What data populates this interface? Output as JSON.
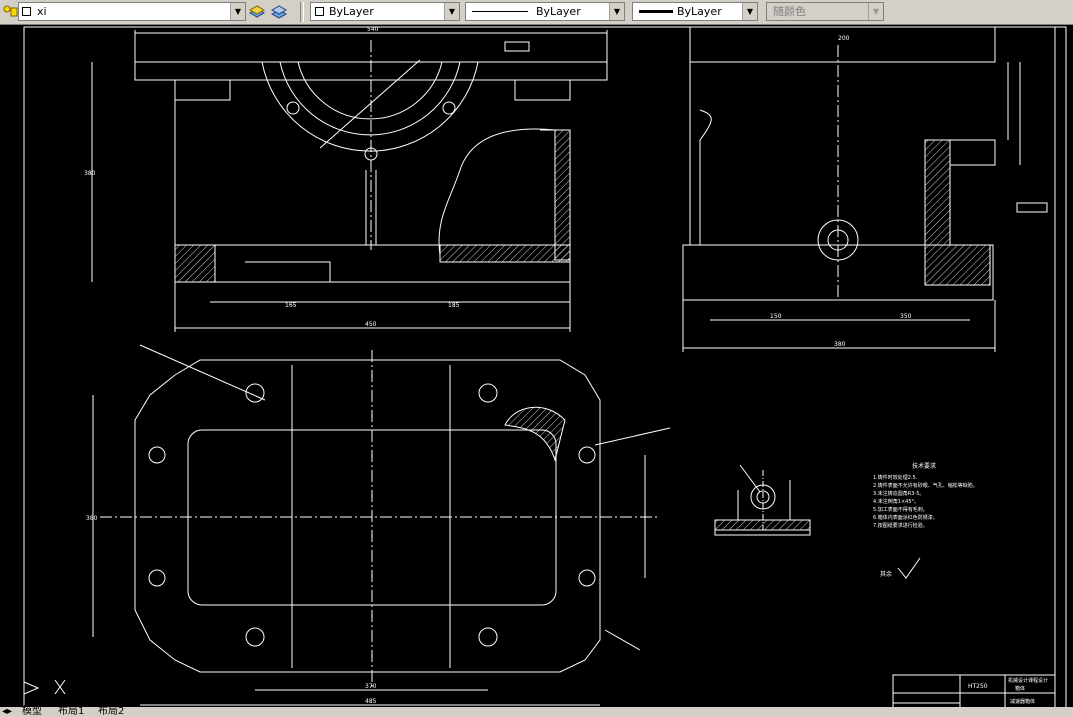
{
  "toolbar": {
    "layer_name": "xi",
    "color_control": "ByLayer",
    "linetype_control": "ByLayer",
    "lineweight_control": "ByLayer",
    "plotstyle_control": "随颜色"
  },
  "drawing": {
    "dims": {
      "top_width": "540",
      "height_380": "380",
      "bottom_width": "450",
      "left_165": "165",
      "right_185": "185",
      "side_200": "200",
      "side_150": "150",
      "side_350": "350",
      "side_total": "380",
      "bottom_total": "485",
      "plan_width": "370",
      "plan_height": "380"
    },
    "notes_title": "技术要求",
    "notes": [
      "1.铸件时效处理2.5.",
      "2.铸件表面不允许有砂眼、气孔、缩松等缺陷。",
      "3.未注铸造圆角R3-5。",
      "4.未注倒角1×45°。",
      "5.加工表面不得有毛刺。",
      "6.箱体内表面涂红色防锈漆。",
      "7.按图纸要求进行检验。"
    ],
    "roughness_label": "其余",
    "title_block": {
      "material": "HT250",
      "school": "机械设计课程设计",
      "part": "箱体",
      "drawing_name": "减速器箱体"
    }
  },
  "tabs": {
    "model": "模型",
    "layout1": "布局1",
    "layout2": "布局2"
  }
}
